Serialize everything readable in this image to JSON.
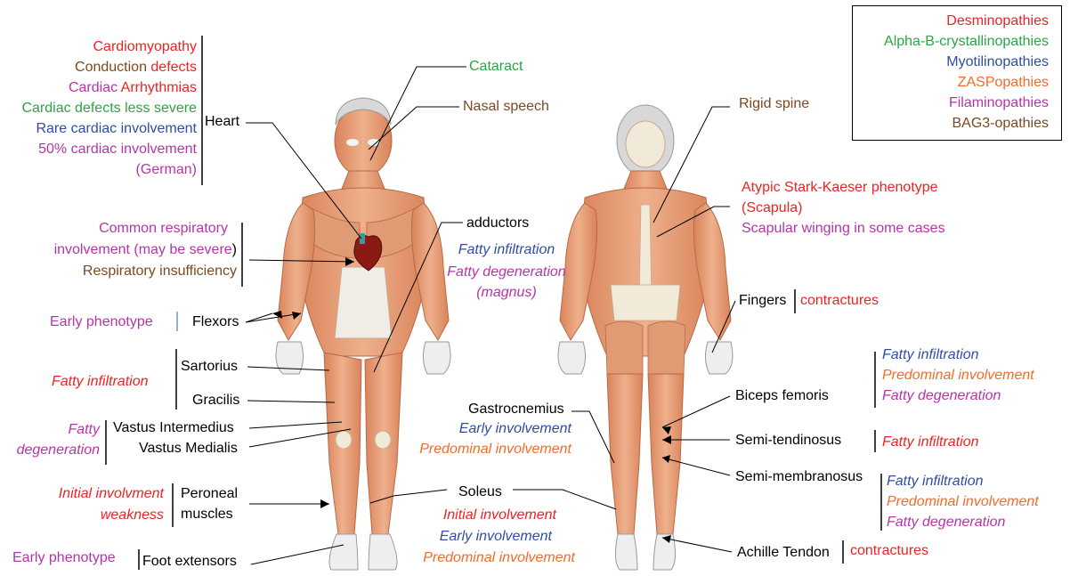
{
  "colors": {
    "desmin": "#ee2222",
    "alpha": "#2ca344",
    "myotilin": "#2f4ea3",
    "zasp": "#f26b2a",
    "filamin": "#b535a8",
    "bag3": "#7a4a20",
    "text": "#000000",
    "muscle": "#e8a882",
    "muscle_dark": "#c9764d",
    "tendon": "#f2ead8"
  },
  "legend": {
    "items": [
      {
        "label": "Desminopathies",
        "color": "#ee2222"
      },
      {
        "label": "Alpha-B-crystallinopathies",
        "color": "#2ca344"
      },
      {
        "label": "Myotilinopathies",
        "color": "#2f4ea3"
      },
      {
        "label": "ZASPopathies",
        "color": "#f26b2a"
      },
      {
        "label": "Filaminopathies",
        "color": "#b535a8"
      },
      {
        "label": "BAG3-opathies",
        "color": "#7a4a20"
      }
    ]
  },
  "front": {
    "heart": {
      "label": "Heart",
      "lines": [
        {
          "text": "Cardiomyopathy",
          "color": "#ee2222"
        },
        {
          "parts": [
            {
              "text": "Conduction ",
              "color": "#7a4a20"
            },
            {
              "text": "defects",
              "color": "#ee2222"
            }
          ]
        },
        {
          "parts": [
            {
              "text": "Cardiac ",
              "color": "#b535a8"
            },
            {
              "text": "Arrhythmias",
              "color": "#ee2222"
            }
          ]
        },
        {
          "text": "Cardiac defects less severe",
          "color": "#2ca344"
        },
        {
          "text": "Rare cardiac involvement",
          "color": "#2f4ea3"
        },
        {
          "text": "50% cardiac involvement",
          "color": "#b535a8"
        },
        {
          "text": "(German)",
          "color": "#b535a8"
        }
      ]
    },
    "cataract": "Cataract",
    "nasal_speech": "Nasal speech",
    "respiratory": {
      "line1": "Common respiratory",
      "line2a": "involvement (may be severe",
      "line2b": ")",
      "line3": "Respiratory insufficiency"
    },
    "adductors": {
      "label": "adductors",
      "note1": "Fatty infiltration",
      "note2": "Fatty degeneration",
      "note3": "(magnus)"
    },
    "flexors": {
      "label": "Flexors",
      "note": "Early phenotype"
    },
    "sartorius": {
      "label": "Sartorius",
      "note": "Fatty infiltration"
    },
    "gracilis": "Gracilis",
    "vastus": {
      "intermedius": "Vastus Intermedius",
      "medialis": "Vastus Medialis",
      "note1": "Fatty",
      "note2": "degeneration"
    },
    "peroneal": {
      "label1": "Peroneal",
      "label2": "muscles",
      "note1": "Initial involvment",
      "note2": "weakness"
    },
    "foot_ext": {
      "label": "Foot extensors",
      "note": "Early phenotype"
    },
    "gastrocnemius": {
      "label": "Gastrocnemius",
      "note1": "Early involvement",
      "note2": "Predominal involvement"
    },
    "soleus": {
      "label": "Soleus",
      "note1": "Initial involvement",
      "note2": "Early involvement",
      "note3": "Predominal involvement"
    }
  },
  "back": {
    "rigid_spine": "Rigid spine",
    "scapula": {
      "line1": "Atypic Stark-Kaeser phenotype",
      "line2": "(Scapula)",
      "line3": "Scapular winging in some cases"
    },
    "fingers": {
      "label": "Fingers",
      "note": "contractures"
    },
    "biceps": {
      "label": "Biceps femoris",
      "note1": "Fatty infiltration",
      "note2": "Predominal involvement",
      "note3": "Fatty degeneration"
    },
    "semi_tend": {
      "label": "Semi-tendinosus",
      "note": "Fatty infiltration"
    },
    "semi_memb": {
      "label": "Semi-membranosus",
      "note1": "Fatty infiltration",
      "note2": "Predominal involvement",
      "note3": "Fatty degeneration"
    },
    "achille": {
      "label": "Achille Tendon",
      "note": "contractures"
    }
  }
}
